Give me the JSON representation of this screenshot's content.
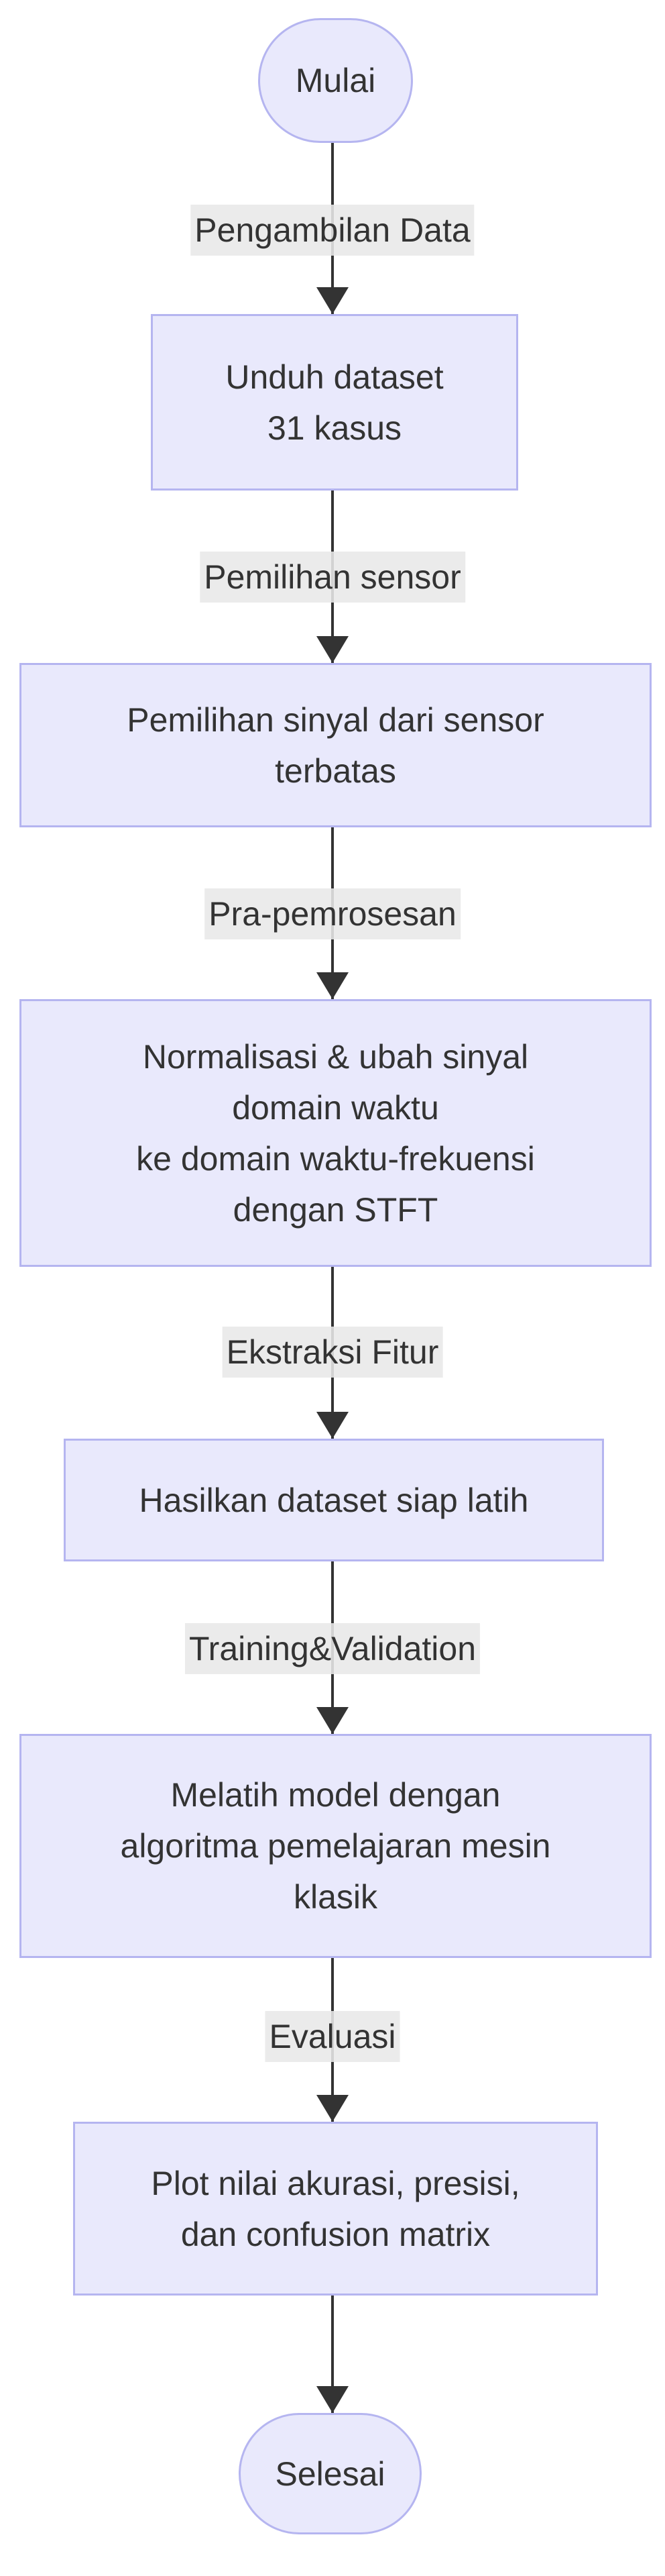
{
  "diagram_type": "flowchart",
  "direction": "top-down",
  "colors": {
    "background": "#ffffff",
    "node_fill": "#e9e9fc",
    "node_border": "#b5b5f0",
    "node_text": "#333333",
    "edge_label_bg": "#e8e8e8",
    "arrow": "#333333"
  },
  "nodes": [
    {
      "id": "start",
      "shape": "stadium",
      "lines": [
        "Mulai"
      ]
    },
    {
      "id": "unduh-dataset",
      "shape": "process",
      "lines": [
        "Unduh dataset",
        "31 kasus"
      ]
    },
    {
      "id": "pemilihan-sinyal",
      "shape": "process",
      "lines": [
        "Pemilihan sinyal dari sensor",
        "terbatas"
      ]
    },
    {
      "id": "normalisasi-stft",
      "shape": "process",
      "lines": [
        "Normalisasi & ubah sinyal",
        "domain waktu",
        "ke domain waktu-frekuensi",
        "dengan STFT"
      ]
    },
    {
      "id": "hasilkan-dataset",
      "shape": "process",
      "lines": [
        "Hasilkan dataset siap latih"
      ]
    },
    {
      "id": "melatih-model",
      "shape": "process",
      "lines": [
        "Melatih model dengan",
        "algoritma pemelajaran mesin",
        "klasik"
      ]
    },
    {
      "id": "plot-hasil",
      "shape": "process",
      "lines": [
        "Plot nilai akurasi, presisi,",
        "dan confusion matrix"
      ]
    },
    {
      "id": "end",
      "shape": "stadium",
      "lines": [
        "Selesai"
      ]
    }
  ],
  "edges": [
    {
      "from": "start",
      "to": "unduh-dataset",
      "label": "Pengambilan Data"
    },
    {
      "from": "unduh-dataset",
      "to": "pemilihan-sinyal",
      "label": "Pemilihan sensor"
    },
    {
      "from": "pemilihan-sinyal",
      "to": "normalisasi-stft",
      "label": "Pra-pemrosesan"
    },
    {
      "from": "normalisasi-stft",
      "to": "hasilkan-dataset",
      "label": "Ekstraksi Fitur"
    },
    {
      "from": "hasilkan-dataset",
      "to": "melatih-model",
      "label": "Training&Validation"
    },
    {
      "from": "melatih-model",
      "to": "plot-hasil",
      "label": "Evaluasi"
    },
    {
      "from": "plot-hasil",
      "to": "end"
    }
  ]
}
